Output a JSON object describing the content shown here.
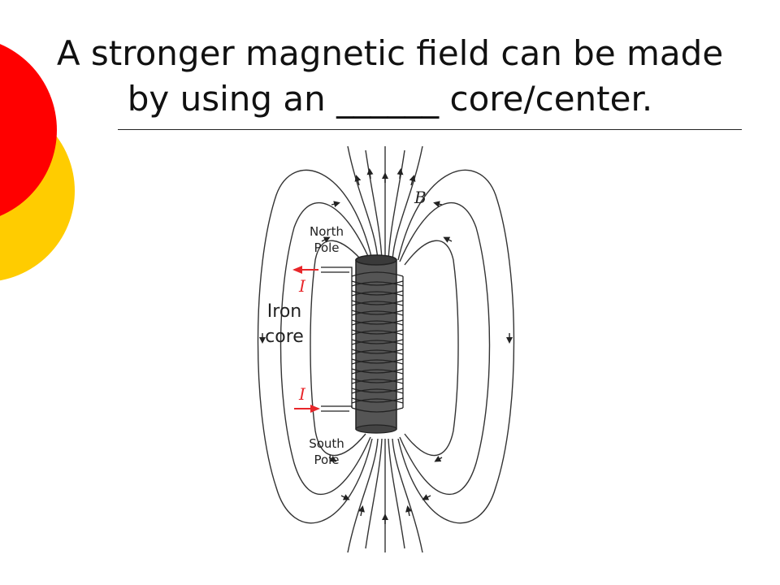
{
  "slide": {
    "title_line1": "A stronger magnetic field can be made",
    "title_line2": "by using an ______ core/center."
  },
  "diagram": {
    "field_label": "B",
    "north_pole_line1": "North",
    "north_pole_line2": "Pole",
    "current_label": "I",
    "core_label_line1": "Iron",
    "core_label_line2": "core",
    "south_pole_line1": "South",
    "south_pole_line2": "Pole"
  },
  "colors": {
    "circle_red": "#ff0000",
    "circle_yellow": "#ffcc00",
    "current_arrow": "#e8262a",
    "core_fill": "#555555"
  }
}
